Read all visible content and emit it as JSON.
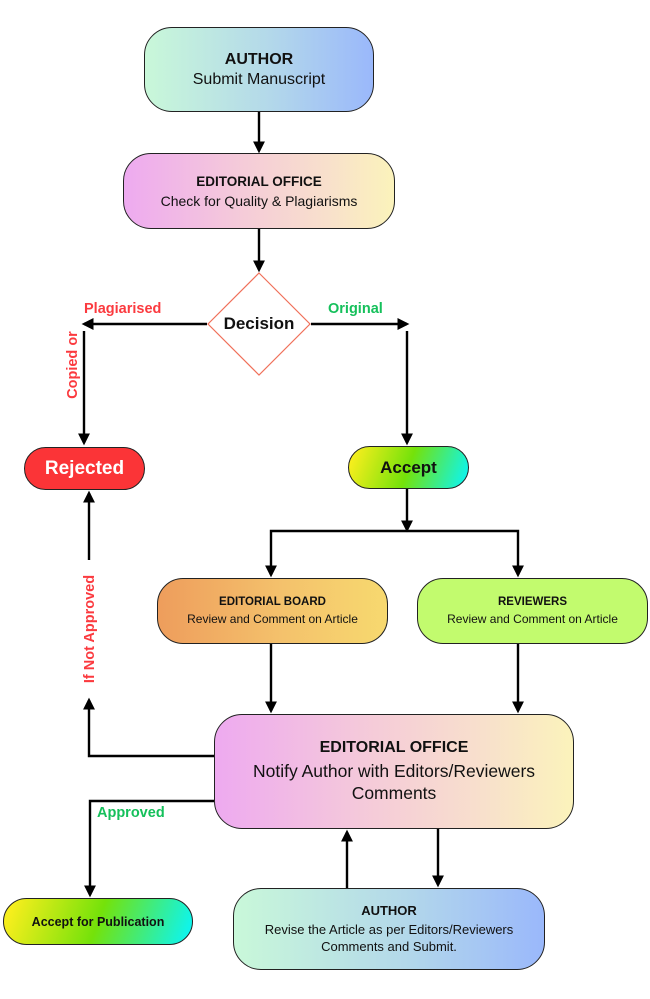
{
  "diagram": {
    "nodes": {
      "author_submit": {
        "title": "AUTHOR",
        "subtitle": "Submit Manuscript"
      },
      "editorial_check": {
        "title": "EDITORIAL OFFICE",
        "subtitle": "Check for Quality & Plagiarisms"
      },
      "decision": {
        "label": "Decision"
      },
      "rejected": {
        "label": "Rejected"
      },
      "accept": {
        "label": "Accept"
      },
      "editorial_board": {
        "title": "EDITORIAL BOARD",
        "subtitle": "Review and Comment on Article"
      },
      "reviewers": {
        "title": "REVIEWERS",
        "subtitle": "Review and Comment on Article"
      },
      "editorial_notify": {
        "title": "EDITORIAL OFFICE",
        "subtitle": "Notify Author with Editors/Reviewers Comments"
      },
      "accept_publication": {
        "label": "Accept for Publication"
      },
      "author_revise": {
        "title": "AUTHOR",
        "subtitle": "Revise the Article as per Editors/Reviewers Comments and Submit."
      }
    },
    "edge_labels": {
      "plagiarised": "Plagiarised",
      "copied_or": "Copied or",
      "original": "Original",
      "if_not_approved": "If Not Approved",
      "approved": "Approved"
    },
    "colors": {
      "rejected": "#fb3437",
      "negative_label": "#fb3a3f",
      "positive_label": "#15c05b",
      "reviewers": "#c2fb6e",
      "decision_border": "#f0705a"
    }
  }
}
